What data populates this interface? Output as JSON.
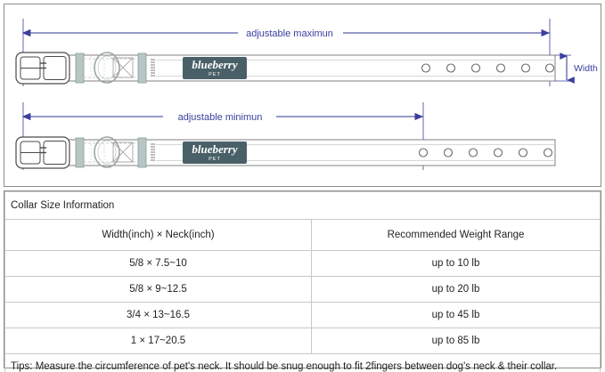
{
  "diagram": {
    "labels": {
      "adjustable_max": "adjustable maximun",
      "adjustable_min": "adjustable minimun",
      "width": "Width"
    },
    "brand": {
      "name": "blueberry",
      "sub": "PET",
      "tag_bg": "#4a6068",
      "tag_text": "#ffffff"
    },
    "colors": {
      "dimension_line": "#3b3f9e",
      "strap_outline": "#808080",
      "hardware_fill": "#b8c5c5",
      "panel_border": "#8c8c8c"
    },
    "straps": [
      {
        "name": "maximum-strap",
        "holes": 6,
        "hole_count_label": "6"
      },
      {
        "name": "minimum-strap",
        "holes": 6,
        "hole_count_label": "6"
      }
    ]
  },
  "table": {
    "caption": "Collar Size Information",
    "headers": [
      "Width(inch)  ×  Neck(inch)",
      "Recommended Weight Range"
    ],
    "rows": [
      {
        "size": "5/8 × 7.5~10",
        "weight": "up to 10 lb"
      },
      {
        "size": "5/8 × 9~12.5",
        "weight": "up to 20 lb"
      },
      {
        "size": "3/4 × 13~16.5",
        "weight": "up to 45 lb"
      },
      {
        "size": "1 × 17~20.5",
        "weight": "up to 85 lb"
      }
    ],
    "tips": "Tips: Measure the circumference of pet's neck. It should be snug enough to fit 2fingers between dog's neck & their collar."
  }
}
